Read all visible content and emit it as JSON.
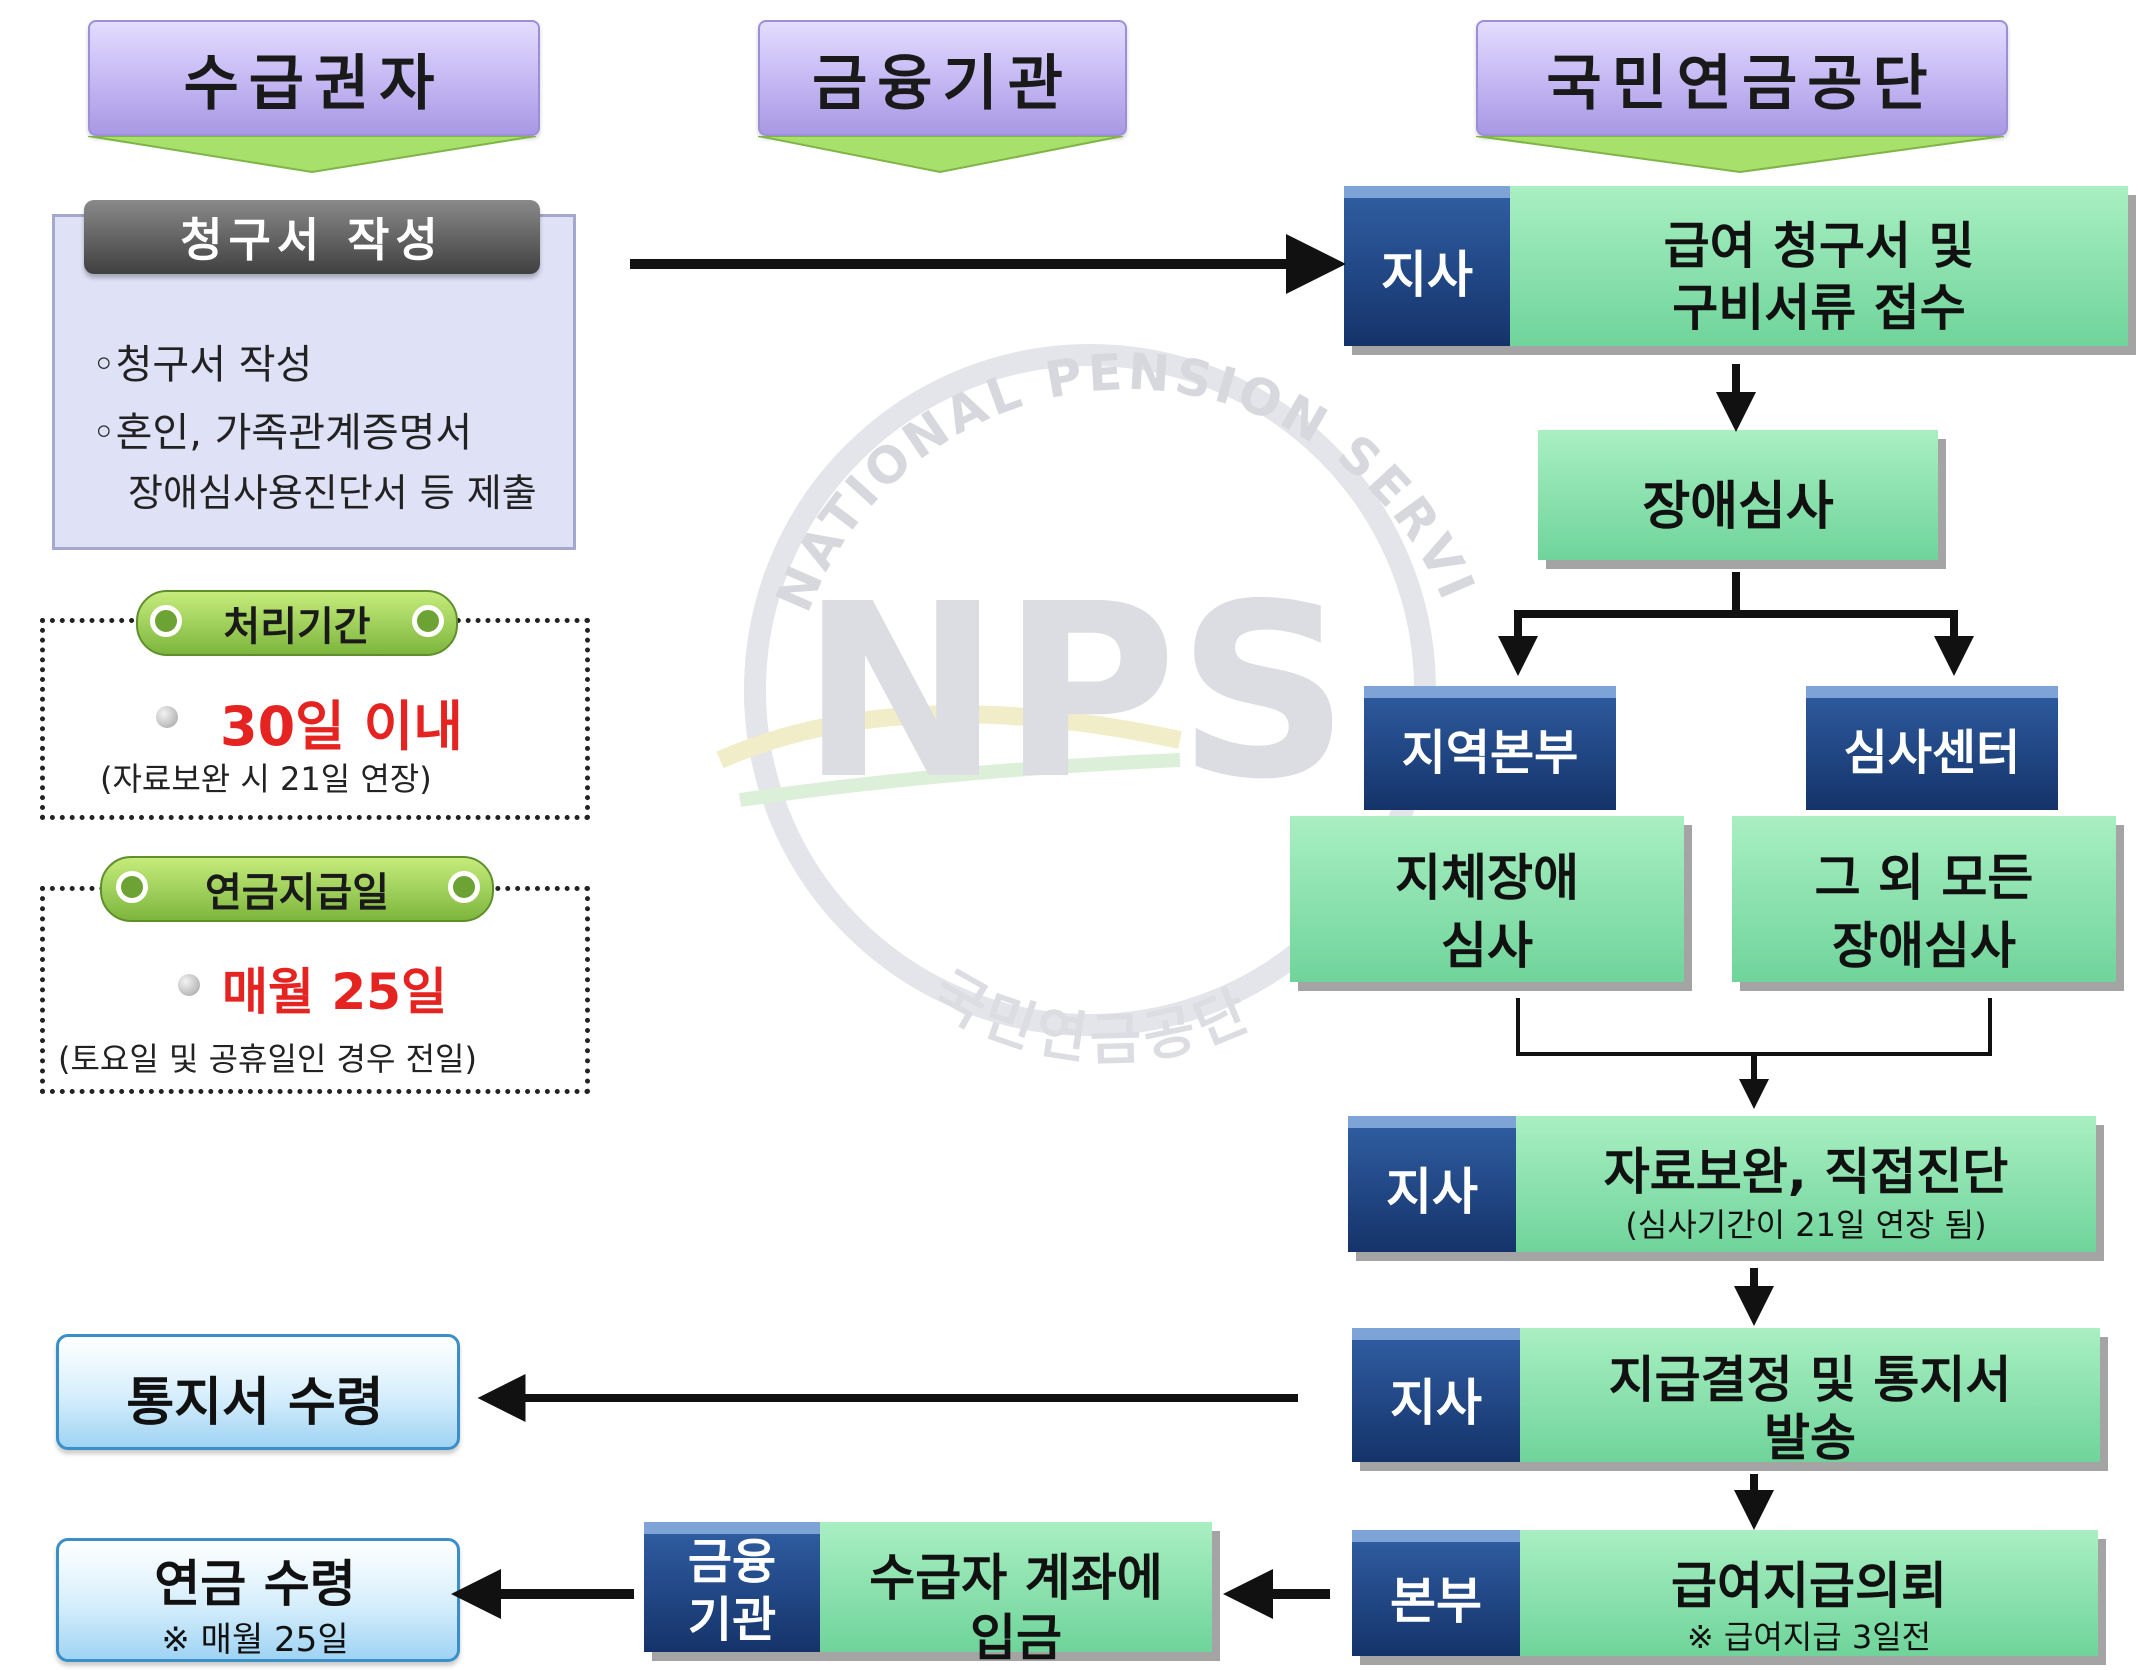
{
  "columns": {
    "recipient": "수급권자",
    "financial": "금융기관",
    "nps": "국민연금공단"
  },
  "claim": {
    "tab": "청구서 작성",
    "line1": "◦청구서  작성",
    "line2": "◦혼인,  가족관계증명서",
    "line3": "장애심사용진단서 등 제출"
  },
  "processing": {
    "label": "처리기간",
    "value": "30일 이내",
    "note": "(자료보완 시 21일 연장)"
  },
  "payday": {
    "label": "연금지급일",
    "value": "매월 25일",
    "note": "(토요일 및 공휴일인 경우 전일)"
  },
  "steps": {
    "receive": {
      "tag": "지사",
      "line1": "급여  청구서  및",
      "line2": "구비서류  접수"
    },
    "review": {
      "label": "장애심사"
    },
    "regional": {
      "tag": "지역본부",
      "line1": "지체장애",
      "line2": "심사"
    },
    "center": {
      "tag": "심사센터",
      "line1": "그  외  모든",
      "line2": "장애심사"
    },
    "supplement": {
      "tag": "지사",
      "line1": "자료보완,  직접진단",
      "line2": "(심사기간이 21일 연장 됨)"
    },
    "decision": {
      "tag": "지사",
      "line1": "지급결정  및  통지서",
      "line2": "발송"
    },
    "request": {
      "tag": "본부",
      "line1": "급여지급의뢰",
      "line2": "※ 급여지급 3일전"
    },
    "deposit": {
      "tag_line1": "금융",
      "tag_line2": "기관",
      "line1": "수급자  계좌에",
      "line2": "입금"
    }
  },
  "results": {
    "notice": "통지서  수령",
    "pension": "연금  수령",
    "pension_note": "※ 매월 25일"
  },
  "watermark": {
    "ring_text": "NATIONAL PENSION SERVICE",
    "logo": "NPS",
    "korean": "국민연금공단"
  },
  "colors": {
    "header": "#c9bdf5",
    "green_box": "#8fe3b0",
    "blue_tag": "#1f4584",
    "highlight_red": "#e52320",
    "result_box": "#cfeafb"
  }
}
